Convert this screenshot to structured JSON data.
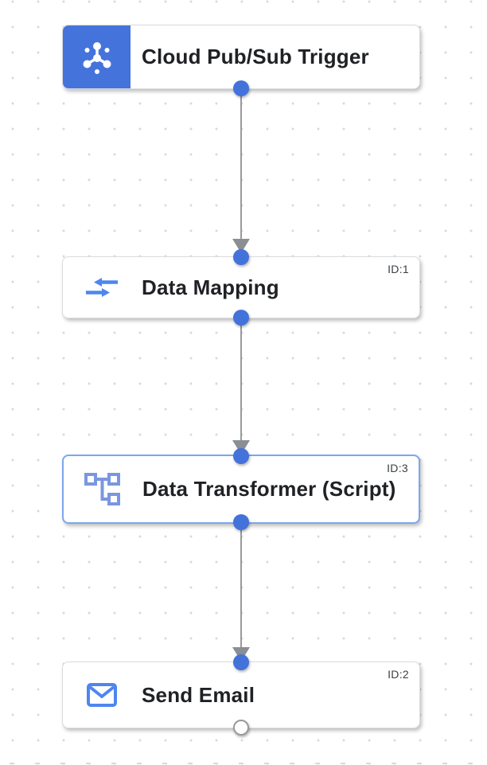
{
  "canvas": {
    "background": "#ffffff",
    "grid_dot_color": "#d9d9d9"
  },
  "colors": {
    "trigger_block_blue": "#4573dc",
    "port_blue": "#4372db",
    "selected_border_blue": "#7ba7ef",
    "edge_gray": "#9a9a9a",
    "arrowhead_gray": "#8b8f93",
    "card_border": "#dadce0",
    "mapping_icon_blue": "#4e86ee",
    "transformer_icon_blue": "#7b96e0",
    "email_icon_blue": "#4e86ee",
    "title_color": "#202124",
    "id_label_color": "#3c4043"
  },
  "nodes": [
    {
      "title": "Cloud Pub/Sub Trigger",
      "icon": "pubsub-icon",
      "kind": "trigger",
      "id_label": ""
    },
    {
      "title": "Data Mapping",
      "icon": "data-mapping-icon",
      "kind": "task",
      "id_label": "ID:1"
    },
    {
      "title": "Data Transformer (Script)",
      "icon": "data-transformer-icon",
      "kind": "task",
      "id_label": "ID:3",
      "selected": true
    },
    {
      "title": "Send Email",
      "icon": "send-email-icon",
      "kind": "task",
      "id_label": "ID:2"
    }
  ],
  "edges": [
    {
      "from": "Cloud Pub/Sub Trigger",
      "to": "Data Mapping"
    },
    {
      "from": "Data Mapping",
      "to": "Data Transformer (Script)"
    },
    {
      "from": "Data Transformer (Script)",
      "to": "Send Email"
    }
  ]
}
